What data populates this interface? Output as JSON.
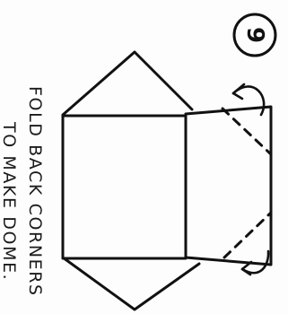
{
  "step": {
    "number": "9"
  },
  "instruction": {
    "line1": "FOLD BACK CORNERS",
    "line2": "TO MAKE DOME."
  }
}
